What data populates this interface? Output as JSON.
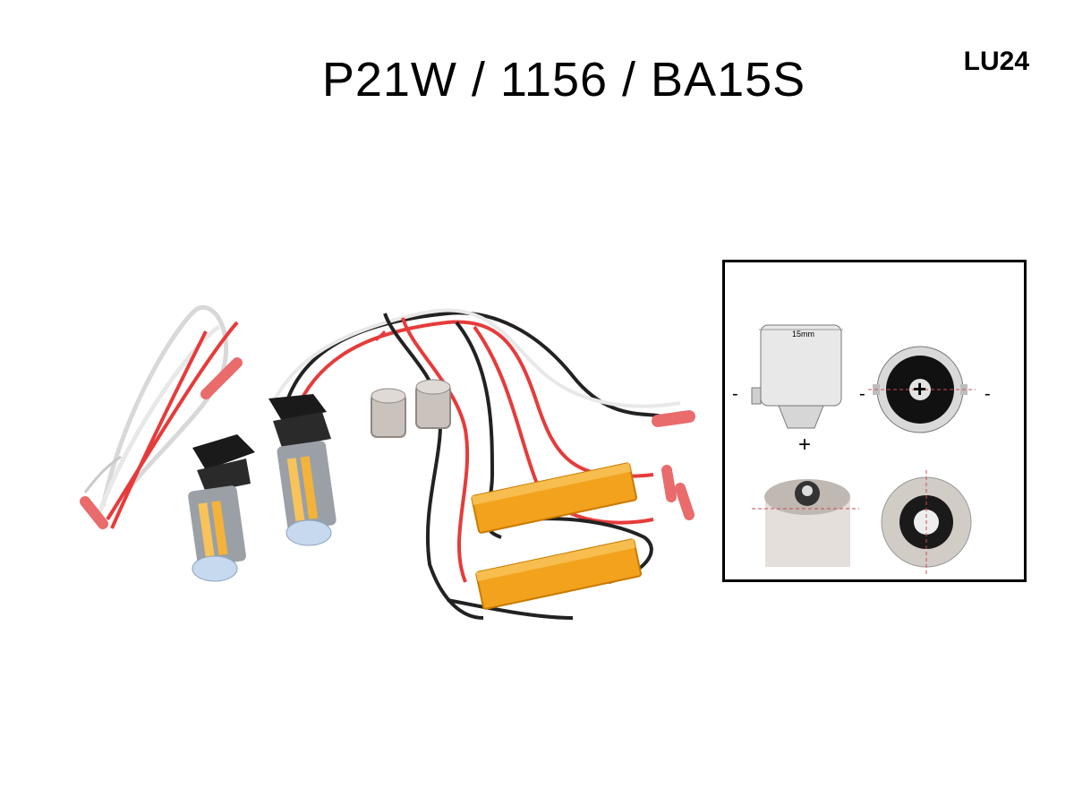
{
  "header": {
    "title": "P21W / 1156 / BA15S",
    "code": "LU24"
  },
  "diagram": {
    "dimension_label": "15mm",
    "minus_label": "-",
    "plus_label": "+"
  },
  "icons": {
    "product": "led-bulb-kit-photo",
    "diagram": "ba15s-socket-diagram"
  }
}
